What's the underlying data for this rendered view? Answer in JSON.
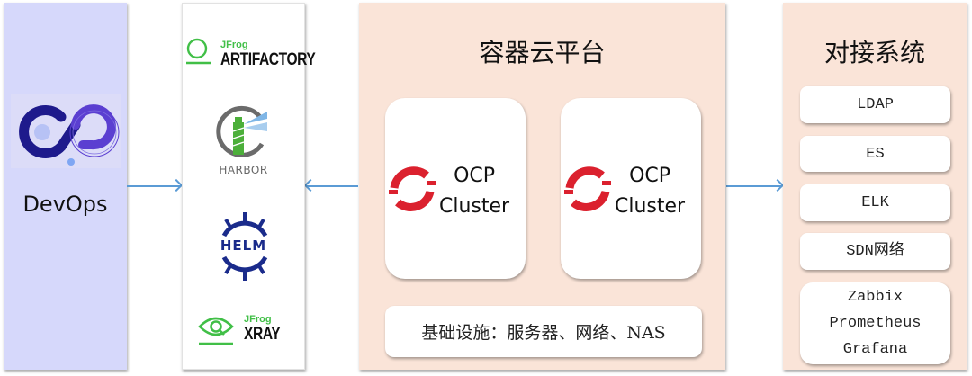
{
  "devops": {
    "label": "DevOps",
    "logo_icon": "devops-infinity-logo"
  },
  "artifacts": {
    "items": [
      {
        "brand": "JFrog",
        "name": "ARTIFACTORY",
        "icon": "artifactory-ring-icon"
      },
      {
        "name": "HARBOR",
        "icon": "harbor-lighthouse-icon"
      },
      {
        "name": "HELM",
        "icon": "helm-wheel-icon"
      },
      {
        "brand": "JFrog",
        "name": "XRAY",
        "icon": "xray-eye-icon"
      }
    ]
  },
  "platform": {
    "title": "容器云平台",
    "clusters": [
      {
        "line1": "OCP",
        "line2": "Cluster",
        "icon": "openshift-icon"
      },
      {
        "line1": "OCP",
        "line2": "Cluster",
        "icon": "openshift-icon"
      }
    ],
    "infrastructure": "基础设施：服务器、网络、NAS"
  },
  "integrations": {
    "title": "对接系统",
    "items": [
      {
        "lines": [
          "LDAP"
        ]
      },
      {
        "lines": [
          "ES"
        ]
      },
      {
        "lines": [
          "ELK"
        ]
      },
      {
        "lines": [
          "SDN网络"
        ]
      },
      {
        "lines": [
          "Zabbix",
          "Prometheus",
          "Grafana"
        ]
      }
    ]
  },
  "colors": {
    "devops_bg": "#d6d8fb",
    "panel_bg": "#fae4d8",
    "arrow": "#5b9bd5",
    "openshift_red": "#db212e",
    "jfrog_green": "#41bf47",
    "helm_blue": "#1a2b8b"
  }
}
